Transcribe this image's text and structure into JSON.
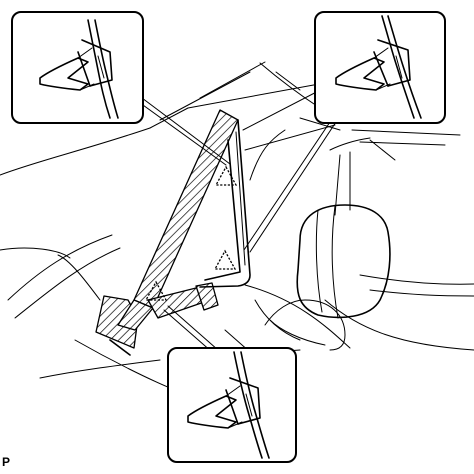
{
  "figure_code": "P",
  "clip_marker": "clip-location-triangle",
  "callouts": [
    {
      "name": "callout-top-left",
      "shows": "clip-detail"
    },
    {
      "name": "callout-top-right",
      "shows": "clip-detail"
    },
    {
      "name": "callout-bottom",
      "shows": "clip-detail"
    }
  ]
}
